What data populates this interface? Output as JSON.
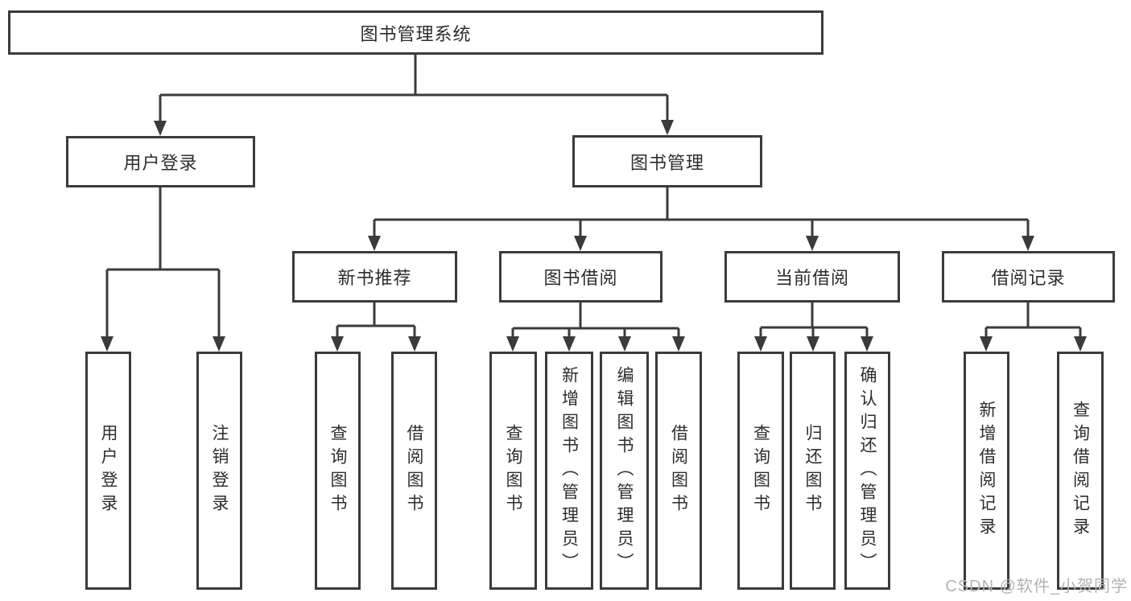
{
  "diagram": {
    "root": {
      "label": "图书管理系统"
    },
    "branches": [
      {
        "label": "用户登录",
        "children": [
          "用户登录",
          "注销登录"
        ]
      },
      {
        "label": "图书管理",
        "groups": [
          {
            "label": "新书推荐",
            "children": [
              "查询图书",
              "借阅图书"
            ]
          },
          {
            "label": "图书借阅",
            "children": [
              "查询图书",
              "新增图书（管理员）",
              "编辑图书（管理员）",
              "借阅图书"
            ]
          },
          {
            "label": "当前借阅",
            "children": [
              "查询图书",
              "归还图书",
              "确认归还（管理员）"
            ]
          },
          {
            "label": "借阅记录",
            "children": [
              "新增借阅记录",
              "查询借阅记录"
            ]
          }
        ]
      }
    ]
  },
  "watermark": {
    "text": "CSDN @软件_小贺同学"
  },
  "colors": {
    "line": "#3b3b3b",
    "text": "#2d2d2d",
    "watermark": "#b3b3b3",
    "background": "#ffffff"
  }
}
